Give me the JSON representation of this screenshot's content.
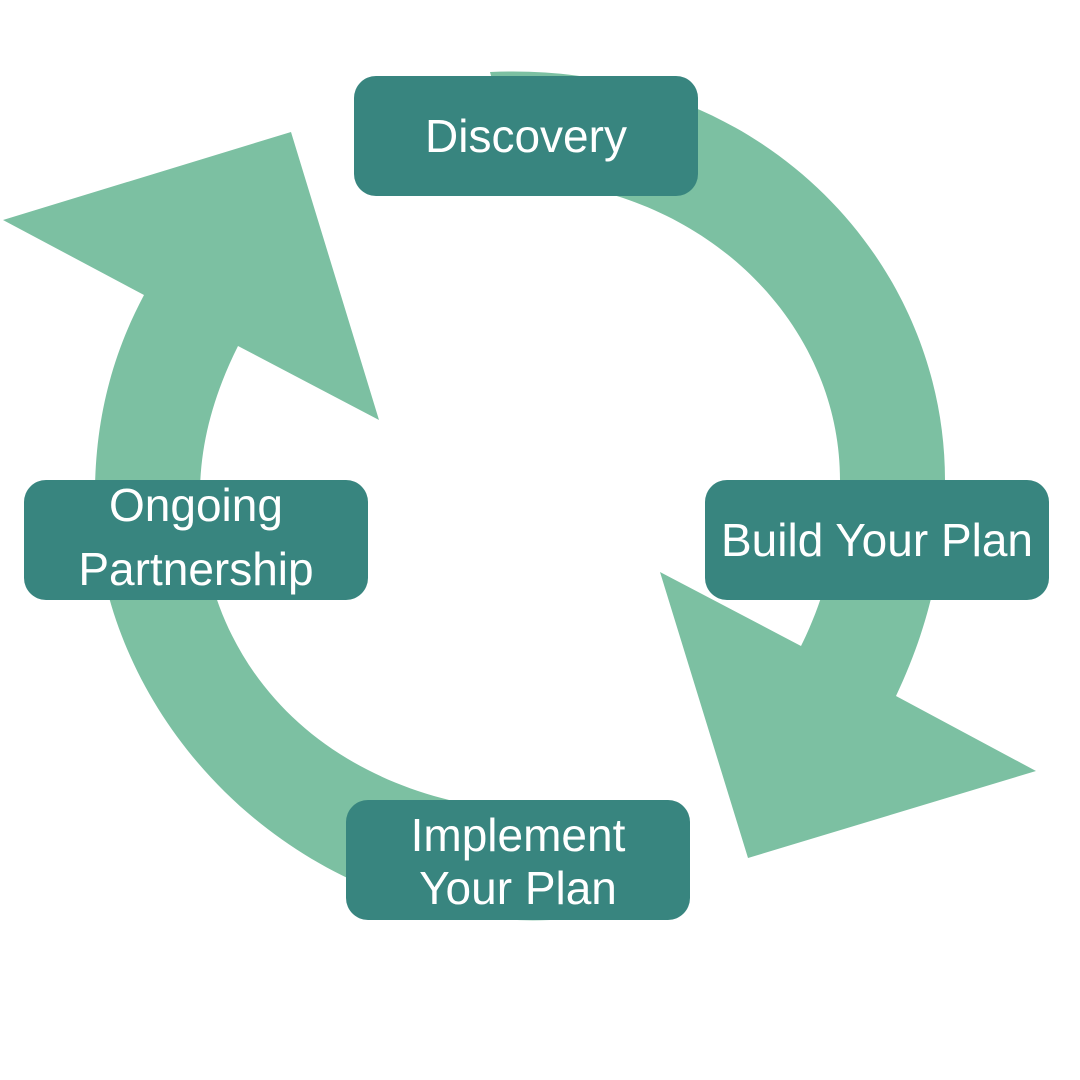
{
  "colors": {
    "arrow": "#7cc0a2",
    "box": "#38857f",
    "text": "#ffffff",
    "background": "#ffffff"
  },
  "stages": {
    "discovery": {
      "label": "Discovery"
    },
    "build": {
      "label": "Build Your Plan"
    },
    "implement": {
      "line1": "Implement",
      "line2": "Your Plan"
    },
    "ongoing": {
      "line1": "Ongoing",
      "line2": "Partnership"
    }
  }
}
